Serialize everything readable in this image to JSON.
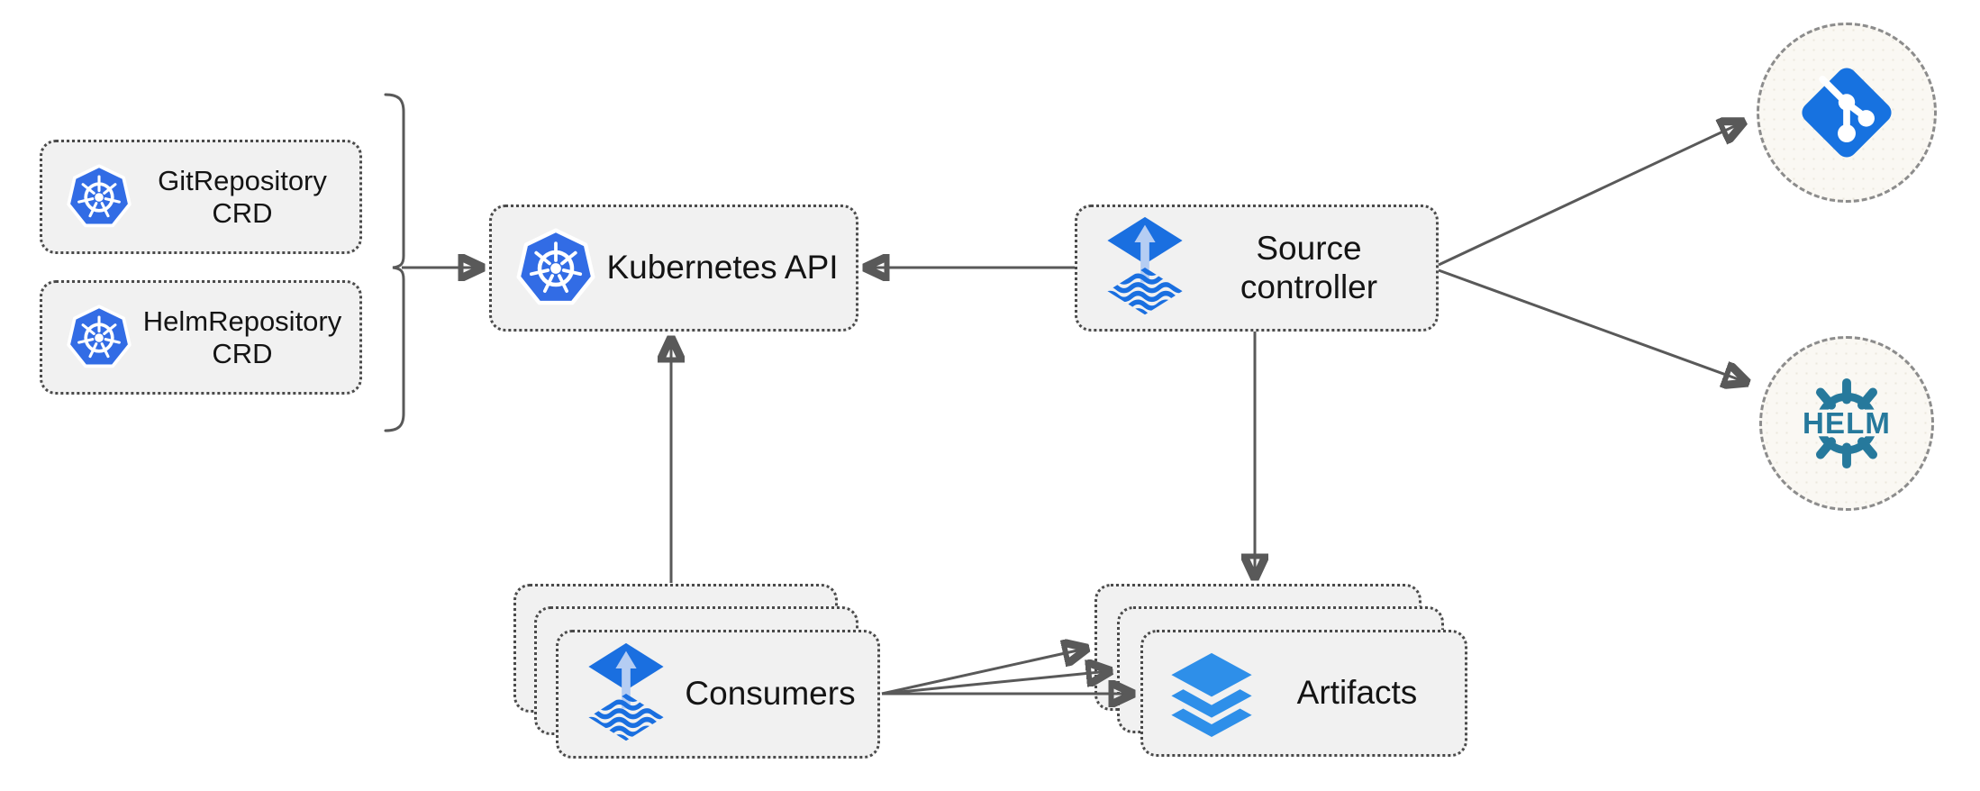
{
  "diagram": {
    "name": "flux-source-controller-architecture",
    "type": "flowchart"
  },
  "colors": {
    "k8s-blue": "#326CE5",
    "flux-blue": "#1A6FE0",
    "flux-arrow-light": "#B5CDF3",
    "layers-blue": "#2E8FE9",
    "git-blue": "#1772E0",
    "helm-teal": "#26799C",
    "box-fill": "#F1F1F1",
    "box-border": "#4A4A4A",
    "circle-fill": "#FAF8F3",
    "circle-border": "#8C8C8C",
    "arrow-gray": "#595959",
    "text-color": "#141414"
  },
  "nodes": {
    "git_repo_crd": {
      "line1": "GitRepository",
      "line2": "CRD",
      "icon": "kubernetes-icon"
    },
    "helm_repo_crd": {
      "line1": "HelmRepository",
      "line2": "CRD",
      "icon": "kubernetes-icon"
    },
    "kubernetes_api": {
      "label": "Kubernetes API",
      "icon": "kubernetes-icon"
    },
    "source_controller": {
      "line1": "Source",
      "line2": "controller",
      "icon": "flux-icon"
    },
    "consumers": {
      "label": "Consumers",
      "icon": "flux-icon",
      "stack_count": 3
    },
    "artifacts": {
      "label": "Artifacts",
      "icon": "layers-icon",
      "stack_count": 3
    },
    "git_endpoint": {
      "icon": "git-icon",
      "shape": "dashed-circle"
    },
    "helm_endpoint": {
      "icon": "helm-icon",
      "label": "HELM",
      "shape": "dashed-circle"
    }
  },
  "edges": [
    {
      "from": "GitRepository CRD + HelmRepository CRD (bracket group)",
      "to": "Kubernetes API"
    },
    {
      "from": "Source controller",
      "to": "Kubernetes API"
    },
    {
      "from": "Consumers",
      "to": "Kubernetes API"
    },
    {
      "from": "Source controller",
      "to": "Artifacts"
    },
    {
      "from": "Consumers",
      "to": "Artifacts",
      "arrow_count": 3
    },
    {
      "from": "Source controller",
      "to": "Git endpoint"
    },
    {
      "from": "Source controller",
      "to": "Helm endpoint"
    }
  ]
}
